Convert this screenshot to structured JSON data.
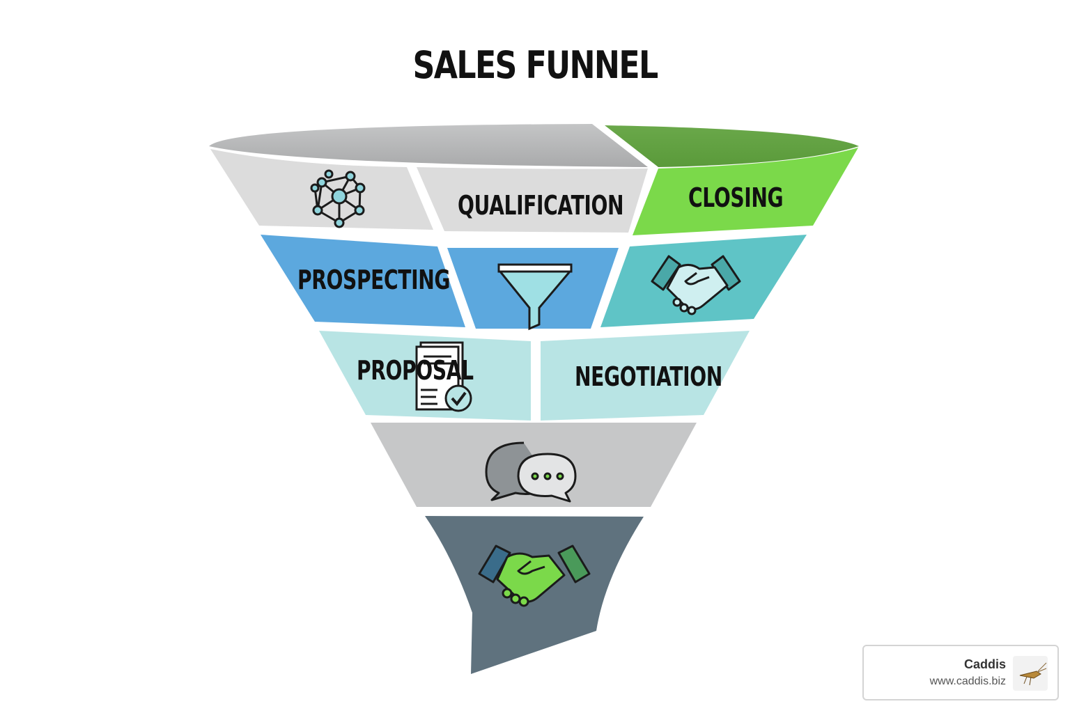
{
  "title": "SALES FUNNEL",
  "stages": {
    "qualification": "QUALIFICATION",
    "closing": "CLOSING",
    "prospecting": "PROSPECTING",
    "proposal": "PROPOSAL",
    "negotiation": "NEGOTIATION"
  },
  "icons": [
    "network-icon",
    "funnel-icon",
    "handshake-icon",
    "document-check-icon",
    "chat-bubbles-icon",
    "handshake-green-icon"
  ],
  "badge": {
    "name": "Caddis",
    "url": "www.caddis.biz",
    "logo": "caddis-fly-icon"
  },
  "colors": {
    "gray_light": "#dcdcdc",
    "gray_mid": "#c6c7c8",
    "green": "#7bd94a",
    "blue": "#5ca8de",
    "teal": "#5fc4c6",
    "aqua": "#b8e4e4",
    "slate": "#5f727e"
  }
}
